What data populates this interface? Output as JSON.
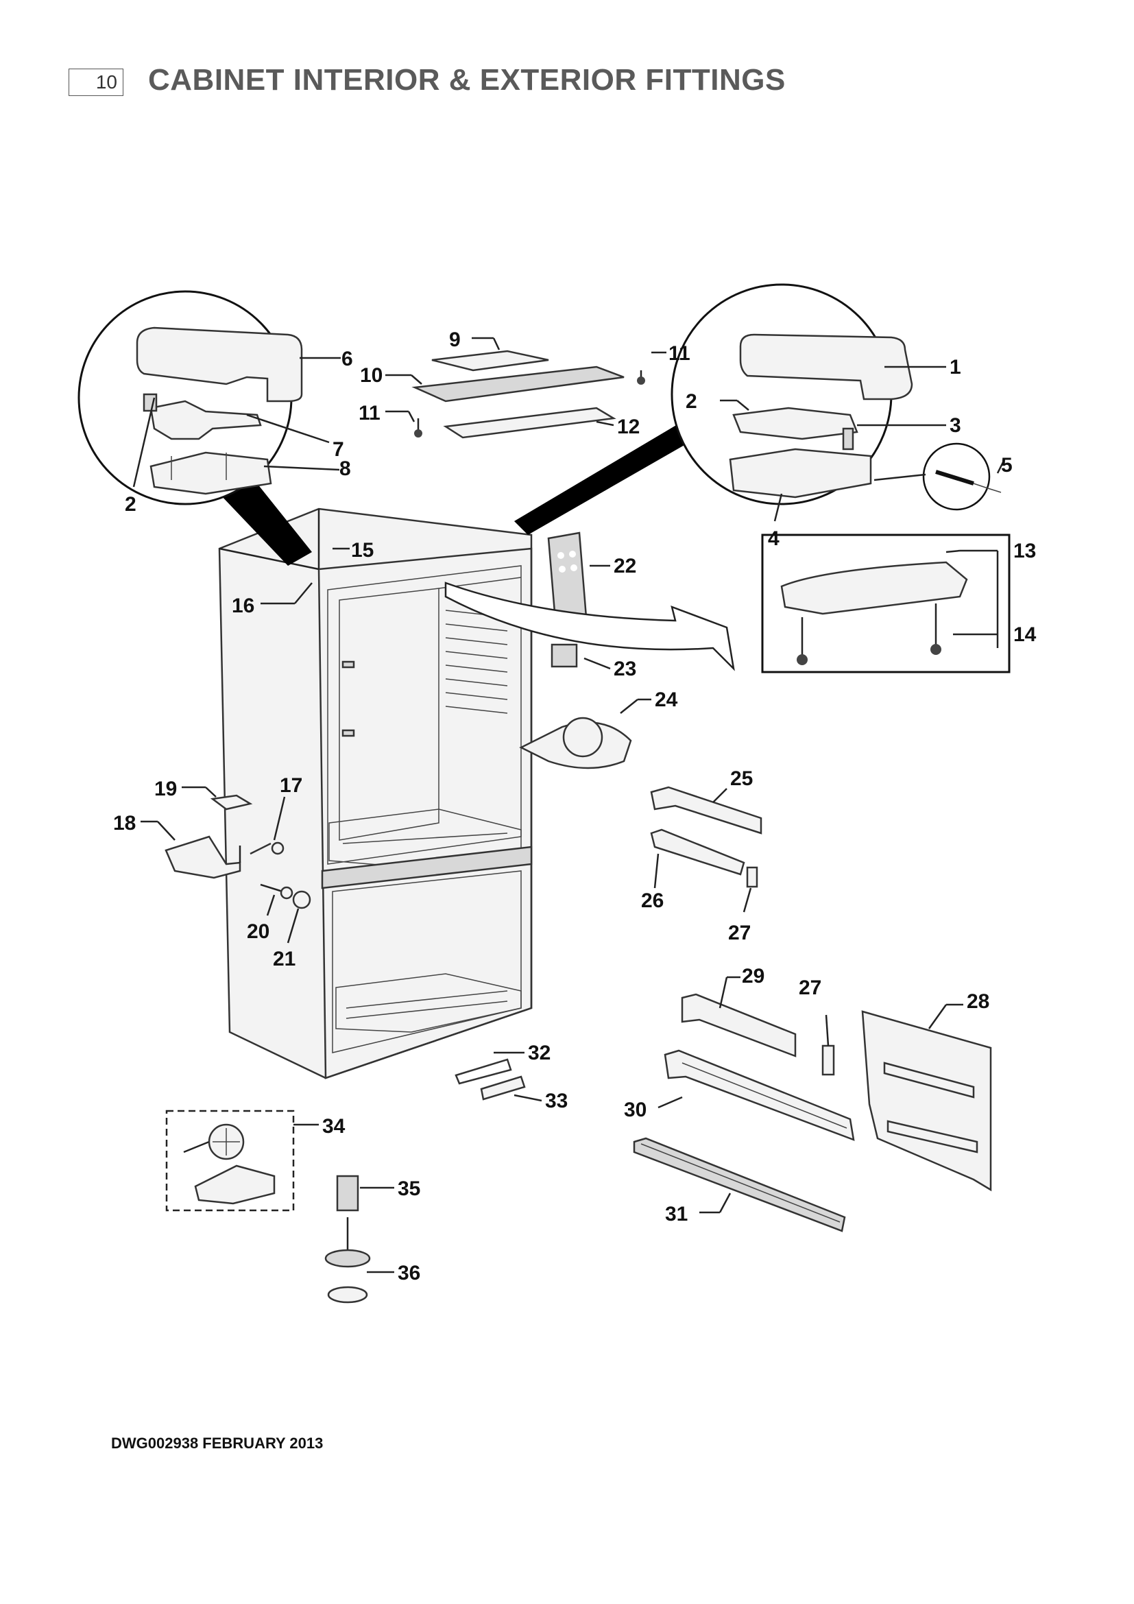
{
  "header": {
    "page_number": "10",
    "title": "CABINET INTERIOR & EXTERIOR FITTINGS"
  },
  "footer": {
    "drawing_ref": "DWG002938  FEBRUARY 2013"
  },
  "callouts": {
    "c1": "1",
    "c2a": "2",
    "c2b": "2",
    "c3": "3",
    "c4": "4",
    "c5": "5",
    "c6": "6",
    "c7": "7",
    "c8": "8",
    "c9": "9",
    "c10": "10",
    "c11a": "11",
    "c11b": "11",
    "c12": "12",
    "c13": "13",
    "c14": "14",
    "c15": "15",
    "c16": "16",
    "c17": "17",
    "c18": "18",
    "c19": "19",
    "c20": "20",
    "c21": "21",
    "c22": "22",
    "c23": "23",
    "c24": "24",
    "c25": "25",
    "c26": "26",
    "c27a": "27",
    "c27b": "27",
    "c28": "28",
    "c29": "29",
    "c30": "30",
    "c31": "31",
    "c32": "32",
    "c33": "33",
    "c34": "34",
    "c35": "35",
    "c36": "36"
  }
}
